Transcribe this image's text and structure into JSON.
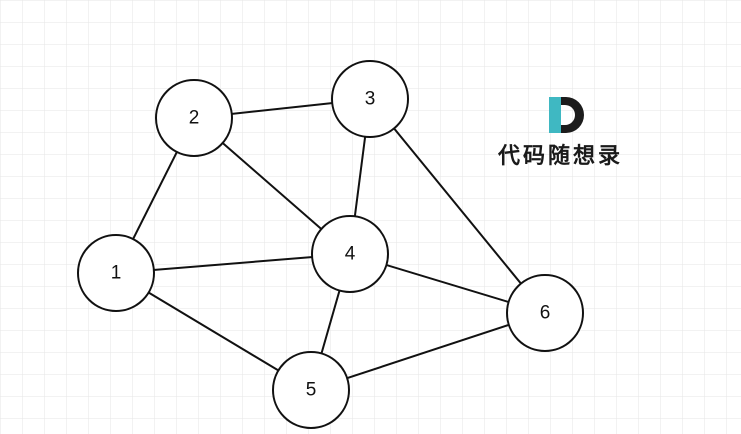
{
  "graph": {
    "nodes": [
      {
        "id": "1",
        "label": "1"
      },
      {
        "id": "2",
        "label": "2"
      },
      {
        "id": "3",
        "label": "3"
      },
      {
        "id": "4",
        "label": "4"
      },
      {
        "id": "5",
        "label": "5"
      },
      {
        "id": "6",
        "label": "6"
      }
    ],
    "edges": [
      {
        "from": "1",
        "to": "2"
      },
      {
        "from": "1",
        "to": "4"
      },
      {
        "from": "1",
        "to": "5"
      },
      {
        "from": "2",
        "to": "3"
      },
      {
        "from": "2",
        "to": "4"
      },
      {
        "from": "3",
        "to": "4"
      },
      {
        "from": "3",
        "to": "6"
      },
      {
        "from": "4",
        "to": "5"
      },
      {
        "from": "4",
        "to": "6"
      },
      {
        "from": "5",
        "to": "6"
      }
    ]
  },
  "logo": {
    "text": "代码随想录"
  },
  "colors": {
    "grid": "#e6e6e6",
    "node_fill": "#ffffff",
    "node_stroke": "#111111",
    "edge": "#111111",
    "logo_dark": "#1c1c1c",
    "logo_accent": "#3fb8c2"
  }
}
